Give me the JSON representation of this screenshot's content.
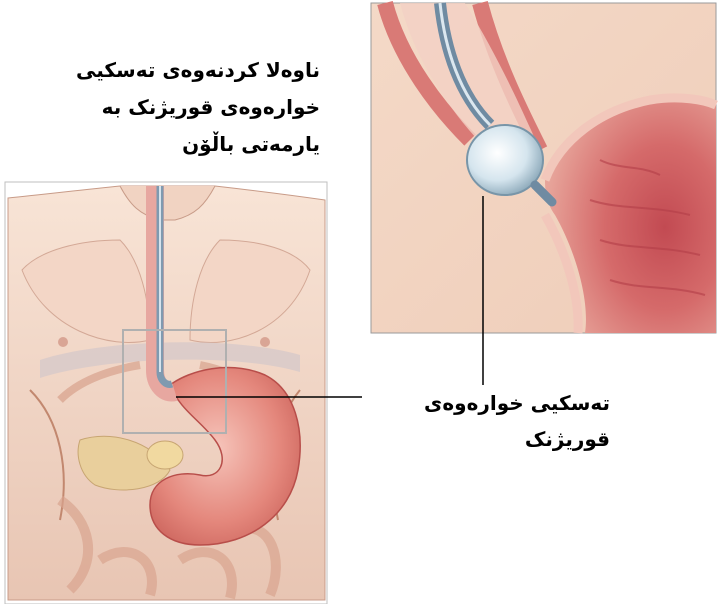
{
  "title": {
    "line1": "ناوەلا کردنەوەی تەسکیی",
    "line2": "خوارەوەی قوریژنک بە",
    "line3": "یارمەتی باڵۆن"
  },
  "callout": {
    "line1": "تەسکیی خوارەوەی",
    "line2": "قوریژنک"
  }
}
